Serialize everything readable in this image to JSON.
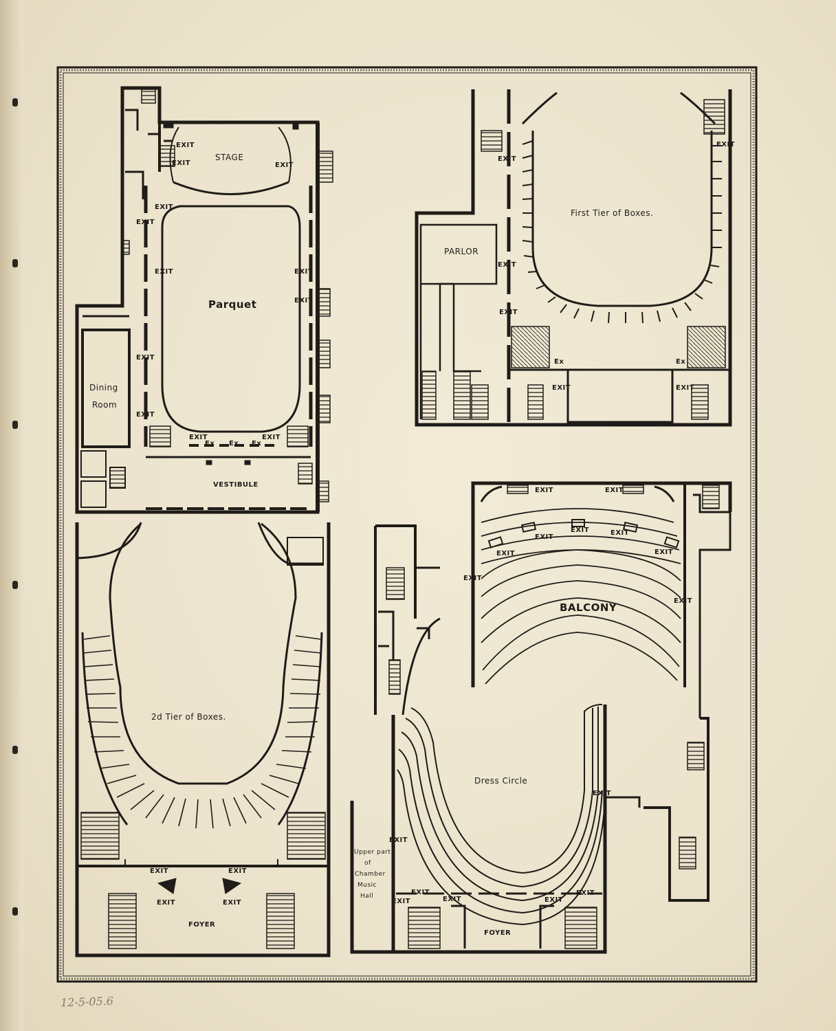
{
  "plans": {
    "parquet": {
      "title": "Parquet",
      "stage": "STAGE",
      "vestibule": "VESTIBULE",
      "dining_room": [
        "Dining",
        "Room"
      ],
      "exit": "EXIT",
      "ex": "Ex"
    },
    "first_tier": {
      "title": "First Tier of Boxes.",
      "parlor": "PARLOR",
      "exit": "EXIT",
      "ex": "Ex"
    },
    "second_tier": {
      "title": "2d Tier of Boxes.",
      "foyer": "FOYER",
      "exit": "EXIT"
    },
    "balcony": {
      "title": "BALCONY",
      "exit": "EXIT"
    },
    "dress_circle": {
      "title": "Dress Circle",
      "foyer": "FOYER",
      "exit": "EXIT",
      "chamber_note": [
        "Upper part",
        "of",
        "Chamber",
        "Music",
        "Hall"
      ]
    }
  },
  "handwritten_note": "12-5-05.6",
  "colors": {
    "ink": "#1f1c18",
    "paper": "#ece5cf"
  }
}
